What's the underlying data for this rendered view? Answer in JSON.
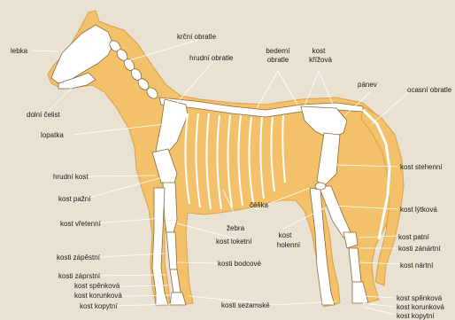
{
  "colors": {
    "background": "#e9e2d2",
    "body": "#f2c16a",
    "bone": "#ffffff",
    "bone_stroke": "#8a6a3a",
    "leader": "#ffffff"
  },
  "labels": {
    "lebka": "lebka",
    "krcni_obratle": "krční obratle",
    "hrudni_obratle": "hrudní obratle",
    "bederni_obratle_1": "bederní",
    "bederni_obratle_2": "obratle",
    "kost_krizova_1": "kost",
    "kost_krizova_2": "křížová",
    "panev": "pánev",
    "ocasni_obratle": "ocasní obratle",
    "dolni_celist": "dolní čelist",
    "lopatka": "lopatka",
    "hrudni_kost": "hrudní kost",
    "kost_stehenni": "kost stehenní",
    "kost_pazni": "kost pažní",
    "ceska": "čéška",
    "kost_lytkova": "kost lýtková",
    "kost_vretenni": "kost vřetenní",
    "zebra": "žebra",
    "kost_loketni": "kost loketní",
    "kost_holenni_1": "kost",
    "kost_holenni_2": "holenní",
    "kost_patni": "kost patní",
    "kosti_zanartni": "kosti zánártní",
    "kosti_zapestni": "kosti zápěstní",
    "kosti_bodcove": "kosti bodcové",
    "kost_nartni": "kost nártní",
    "kosti_zaprstni": "kosti záprstní",
    "kost_spenkova_left": "kost spěnková",
    "kost_korunkova_left": "kost korunková",
    "kost_kopytni_left": "kost kopytní",
    "kosti_sezamske": "kosti sezamské",
    "kost_spenkova_right": "kost spěnková",
    "kost_korunkova_right": "kost korunková",
    "kost_kopytni_right": "kost kopytní"
  }
}
